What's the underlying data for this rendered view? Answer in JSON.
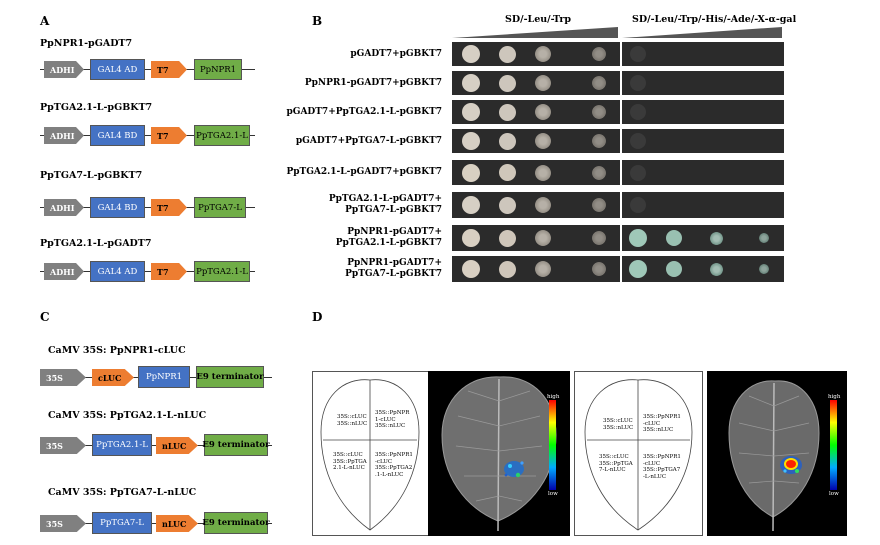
{
  "panels": {
    "A": "A",
    "B": "B",
    "C": "C",
    "D": "D"
  },
  "panelA": {
    "constructs": [
      {
        "title": "PpNPR1-pGADT7",
        "promoter": "ADHI",
        "domain": "GAL4 AD",
        "tag": "T7",
        "gene": "PpNPR1"
      },
      {
        "title": "PpTGA2.1-L-pGBKT7",
        "promoter": "ADHI",
        "domain": "GAL4 BD",
        "tag": "T7",
        "gene": "PpTGA2.1-L"
      },
      {
        "title": "PpTGA7-L-pGBKT7",
        "promoter": "ADHI",
        "domain": "GAL4 BD",
        "tag": "T7",
        "gene": "PpTGA7-L"
      },
      {
        "title": "PpTGA2.1-L-pGADT7",
        "promoter": "ADHI",
        "domain": "GAL4 AD",
        "tag": "T7",
        "gene": "PpTGA2.1-L"
      }
    ]
  },
  "panelB": {
    "media_left": "SD/-Leu/-Trp",
    "media_right": "SD/-Leu/-Trp/-His/-Ade/-X-α-gal",
    "rows": [
      {
        "label": "pGADT7+pGBKT7"
      },
      {
        "label": "PpNPR1-pGADT7+pGBKT7"
      },
      {
        "label": "pGADT7+PpTGA2.1-L-pGBKT7"
      },
      {
        "label": "pGADT7+PpTGA7-L-pGBKT7"
      },
      {
        "label": "PpTGA2.1-L-pGADT7+pGBKT7"
      },
      {
        "label": "PpTGA2.1-L-pGADT7+\nPpTGA7-L-pGBKT7"
      },
      {
        "label": "PpNPR1-pGADT7+\nPpTGA2.1-L-pGBKT7"
      },
      {
        "label": "PpNPR1-pGADT7+\nPpTGA7-L-pGBKT7"
      }
    ]
  },
  "panelC": {
    "constructs": [
      {
        "title": "CaMV 35S: PpNPR1-cLUC",
        "promoter": "35S",
        "first": "cLUC",
        "second": "PpNPR1",
        "terminator": "E9 terminator"
      },
      {
        "title": "CaMV 35S: PpTGA2.1-L-nLUC",
        "promoter": "35S",
        "first": "PpTGA2.1-L",
        "second": "nLUC",
        "terminator": "E9 terminator"
      },
      {
        "title": "CaMV 35S: PpTGA7-L-nLUC",
        "promoter": "35S",
        "first": "PpTGA7-L",
        "second": "nLUC",
        "terminator": "E9 terminator"
      }
    ]
  },
  "panelD": {
    "leaf1": {
      "q1": "35S::cLUC\n35S::nLUC",
      "q2": "35S::PpNPR\n1-cLUC\n35S::nLUC",
      "q3": "35S::cLUC\n35S::PpTGA\n2.1-L-nLUC",
      "q4": "35S::PpNPR1\n-cLUC\n35S::PpTGA2\n.1-L-nLUC"
    },
    "leaf2": {
      "q1": "35S::cLUC\n35S::nLUC",
      "q2": "35S::PpNPR1\n-cLUC\n35S::nLUC",
      "q3": "35S::cLUC\n35S::PpTGA\n7-L-nLUC",
      "q4": "35S::PpNPR1\n-cLUC\n35S::PpTGA7\n-L-nLUC"
    },
    "scale_high": "high",
    "scale_low": "low"
  }
}
